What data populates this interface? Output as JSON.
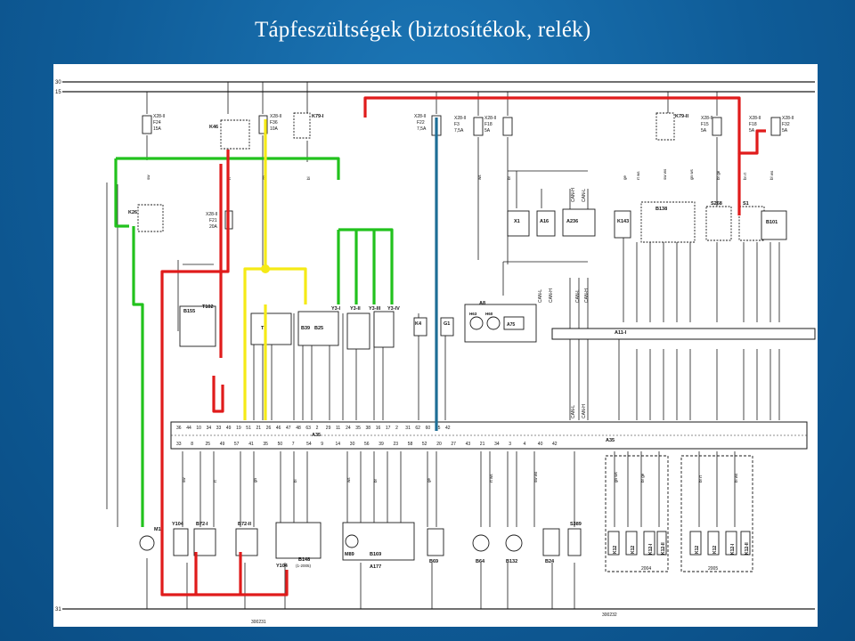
{
  "slide": {
    "title": "Tápfeszültségek (biztosítékok, relék)",
    "colors": {
      "background": "#0f5c98",
      "title_text": "#ffffff",
      "paper": "#ffffff"
    }
  },
  "diagram": {
    "rails": {
      "top1": "30",
      "top2": "15",
      "bottom": "31"
    },
    "fuses": {
      "f24": {
        "ref": "X28-II",
        "name": "F24",
        "rating": "15A"
      },
      "f36": {
        "ref": "X28-II",
        "name": "F36",
        "rating": "10A"
      },
      "f22": {
        "ref": "X28-II",
        "name": "F22",
        "rating": "7,5A"
      },
      "f3": {
        "ref": "X28-II",
        "name": "F3",
        "rating": "7,5A"
      },
      "f18a": {
        "ref": "X28-II",
        "name": "F18",
        "rating": "5A"
      },
      "f21": {
        "ref": "X28-II",
        "name": "F21",
        "rating": "20A"
      },
      "f15": {
        "ref": "X28-II",
        "name": "F15",
        "rating": "5A"
      },
      "f18b": {
        "ref": "X28-II",
        "name": "F18",
        "rating": "5A"
      },
      "f32": {
        "ref": "X28-II",
        "name": "F32",
        "rating": "5A"
      }
    },
    "relays": {
      "k46": "K46",
      "k79a": "K79-I",
      "k79b": "K79-II",
      "k26": "K26",
      "k4": "K4"
    },
    "components": {
      "x1": "X1",
      "a16": "A16",
      "a236": "A236",
      "k143": "K143",
      "b138": "B138",
      "s268": "S268",
      "s1": "S1",
      "b101": "B101",
      "b155": "B155",
      "t102": "T102",
      "t1": "T1",
      "b39": "B39",
      "b25": "B25",
      "y3i": "Y3-I",
      "y3ii": "Y3-II",
      "y3iii": "Y3-III",
      "y3iv": "Y3-IV",
      "g1": "G1",
      "a8": "A8",
      "a75": "A75",
      "h63": "H63",
      "h60": "H60",
      "a11": "A11-I",
      "a35a": "A35",
      "a35b": "A35",
      "m12": "M12",
      "y104": "Y104",
      "b72i": "B72-I",
      "b72ii": "B72-II",
      "b148": "B148",
      "y104b": "Y104",
      "b148note": "(1-2005)",
      "m89": "M89",
      "b169": "B169",
      "a177": "A177",
      "b69": "B69",
      "b64": "B64",
      "b132": "B132",
      "b24": "B24",
      "s389": "S389",
      "k12a": "K12",
      "k12b": "K12",
      "k12i": "K12-I",
      "k12ii": "K12-II",
      "k12c": "K12",
      "k12d": "K12",
      "k12e": "K12-I",
      "k12f": "K12-II",
      "can_l": "CAN-L",
      "can_h": "CAN-H"
    },
    "years": {
      "y2004": "2004",
      "y2005": "2005"
    },
    "drawing_numbers": {
      "left": "300231",
      "right": "300232"
    },
    "wire_labels": [
      "sw",
      "rt",
      "gn",
      "bl",
      "ws",
      "br",
      "ge",
      "rt ws",
      "sw ws",
      "gn ws",
      "br ge",
      "br rt",
      "bl ws"
    ],
    "pin_row_top": [
      "36",
      "44",
      "10",
      "34",
      "33",
      "49",
      "19",
      "51",
      "21",
      "26",
      "46",
      "47",
      "48",
      "63",
      "2",
      "29",
      "11",
      "24",
      "35",
      "38",
      "16",
      "17",
      "2",
      "31",
      "62",
      "60",
      "45",
      "42"
    ],
    "pin_row_bottom": [
      "33",
      "8",
      "25",
      "49",
      "57",
      "41",
      "35",
      "50",
      "7",
      "54",
      "9",
      "14",
      "30",
      "56",
      "39",
      "23",
      "58",
      "52",
      "20",
      "27",
      "43",
      "21",
      "34",
      "3",
      "4",
      "40",
      "42"
    ],
    "wire_colors": {
      "red": "#e01b1b",
      "yellow": "#f5ea16",
      "green": "#22c21d",
      "blue": "#1e6e96",
      "ink": "#1a1a1a"
    }
  }
}
